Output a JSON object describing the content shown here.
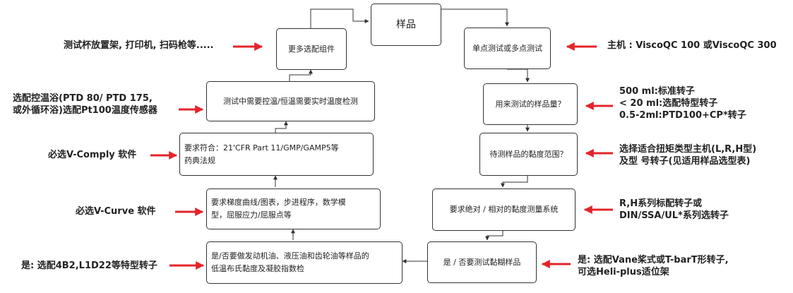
{
  "nodes": {
    "sample": "样品",
    "more_parts": "更多选配组件",
    "single_multi": "单点测试或多点测试",
    "temp_control": "测试中需要控温/恒温需要实时温度检测",
    "sample_amount": "用来测试的样品量？",
    "compliance_l1": "要求符合：21'CFR Part 11/GMP/GAMP5等",
    "compliance_l2": "药典法规",
    "viscosity_range": "待测样品的黏度范围？",
    "gradient_l1": "要求梯度曲线/图表，步进程序，数学模",
    "gradient_l2": "型，屈服应力/屈服点等",
    "absolute_relative": "要求绝对 / 相对的黏度测量系统",
    "engine_oil_l1": "是/否要做发动机油、液压油和齿轮油等样品的",
    "engine_oil_l2": "低温布氏黏度及凝胶指数检",
    "paste_sample": "是 / 否要测试黏糊样品"
  },
  "notes": {
    "left_parts": "测试杯放置架, 打印机, 扫码枪等.....",
    "left_bath_l1": "选配控温浴(PTD 80/ PTD 175,",
    "left_bath_l2": "或外循环浴)选配Pt100温度传感器",
    "left_vcomply": "必选V-Comply 软件",
    "left_vcurve": "必选V-Curve 软件",
    "left_special": "是: 选配4B2,L1D22等特型转子",
    "right_host": "主机 : ViscoQC 100 或ViscoQC 300",
    "right_amount_l1": "500 ml:标准转子",
    "right_amount_l2": "< 20 ml:选配特型转子",
    "right_amount_l3": "0.5-2ml:PTD100+CP*转子",
    "right_torque_l1": "选择适合扭矩类型主机(L,R,H型)",
    "right_torque_l2": "及型 号转子(见适用样品选型表)",
    "right_din_l1": "R,H系列标配转子或",
    "right_din_l2": "DIN/SSA/UL*系列选转子",
    "right_vane_l1": "是: 选配Vane桨式或T-barT形转子,",
    "right_vane_l2": "可选Heli-plus适位架"
  },
  "colors": {
    "arrow_red": "#e3252b",
    "line": "#333333"
  }
}
